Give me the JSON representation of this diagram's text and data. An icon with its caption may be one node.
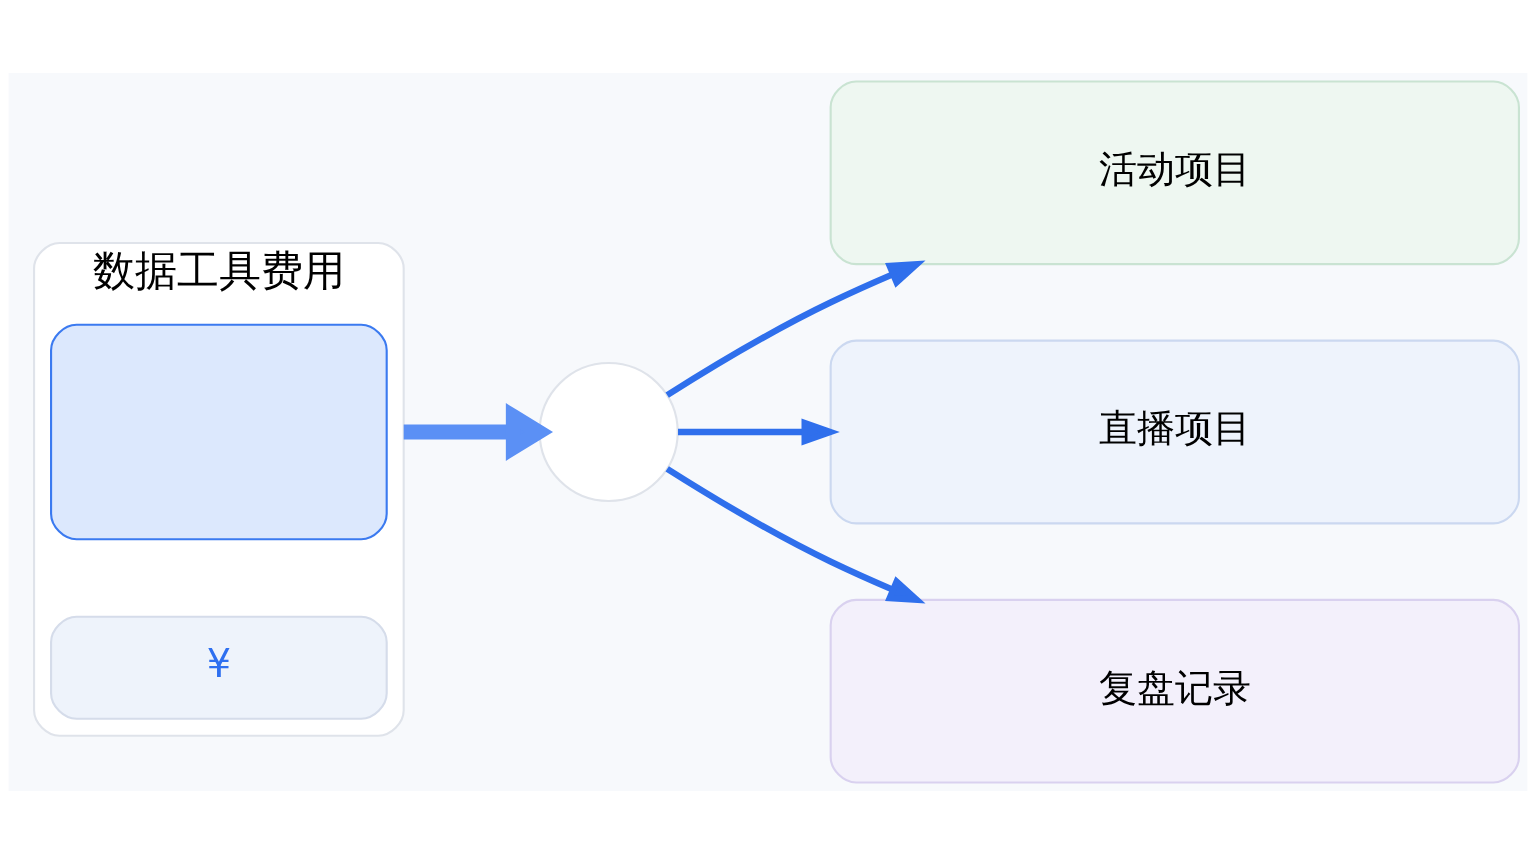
{
  "diagram": {
    "nodes": [
      {
        "text": [
          "数据工具费用"
        ]
      },
      {
        "text": [],
        "shape": "box",
        "in": 0
      },
      {
        "text": [
          "¥"
        ],
        "in": 0
      },
      {
        "text": [],
        "shape": "circle"
      },
      {
        "text": [
          "活动项目"
        ]
      },
      {
        "text": [
          "直播项目"
        ]
      },
      {
        "text": [
          "复盘记录"
        ]
      }
    ],
    "edges": [
      {
        "from": 0,
        "to": 3,
        "arrow": "to",
        "style": "thick"
      },
      {
        "from": 3,
        "to": 4,
        "arrow": "to"
      },
      {
        "from": 3,
        "to": 5,
        "arrow": "to"
      },
      {
        "from": 3,
        "to": 6,
        "arrow": "to"
      }
    ]
  }
}
